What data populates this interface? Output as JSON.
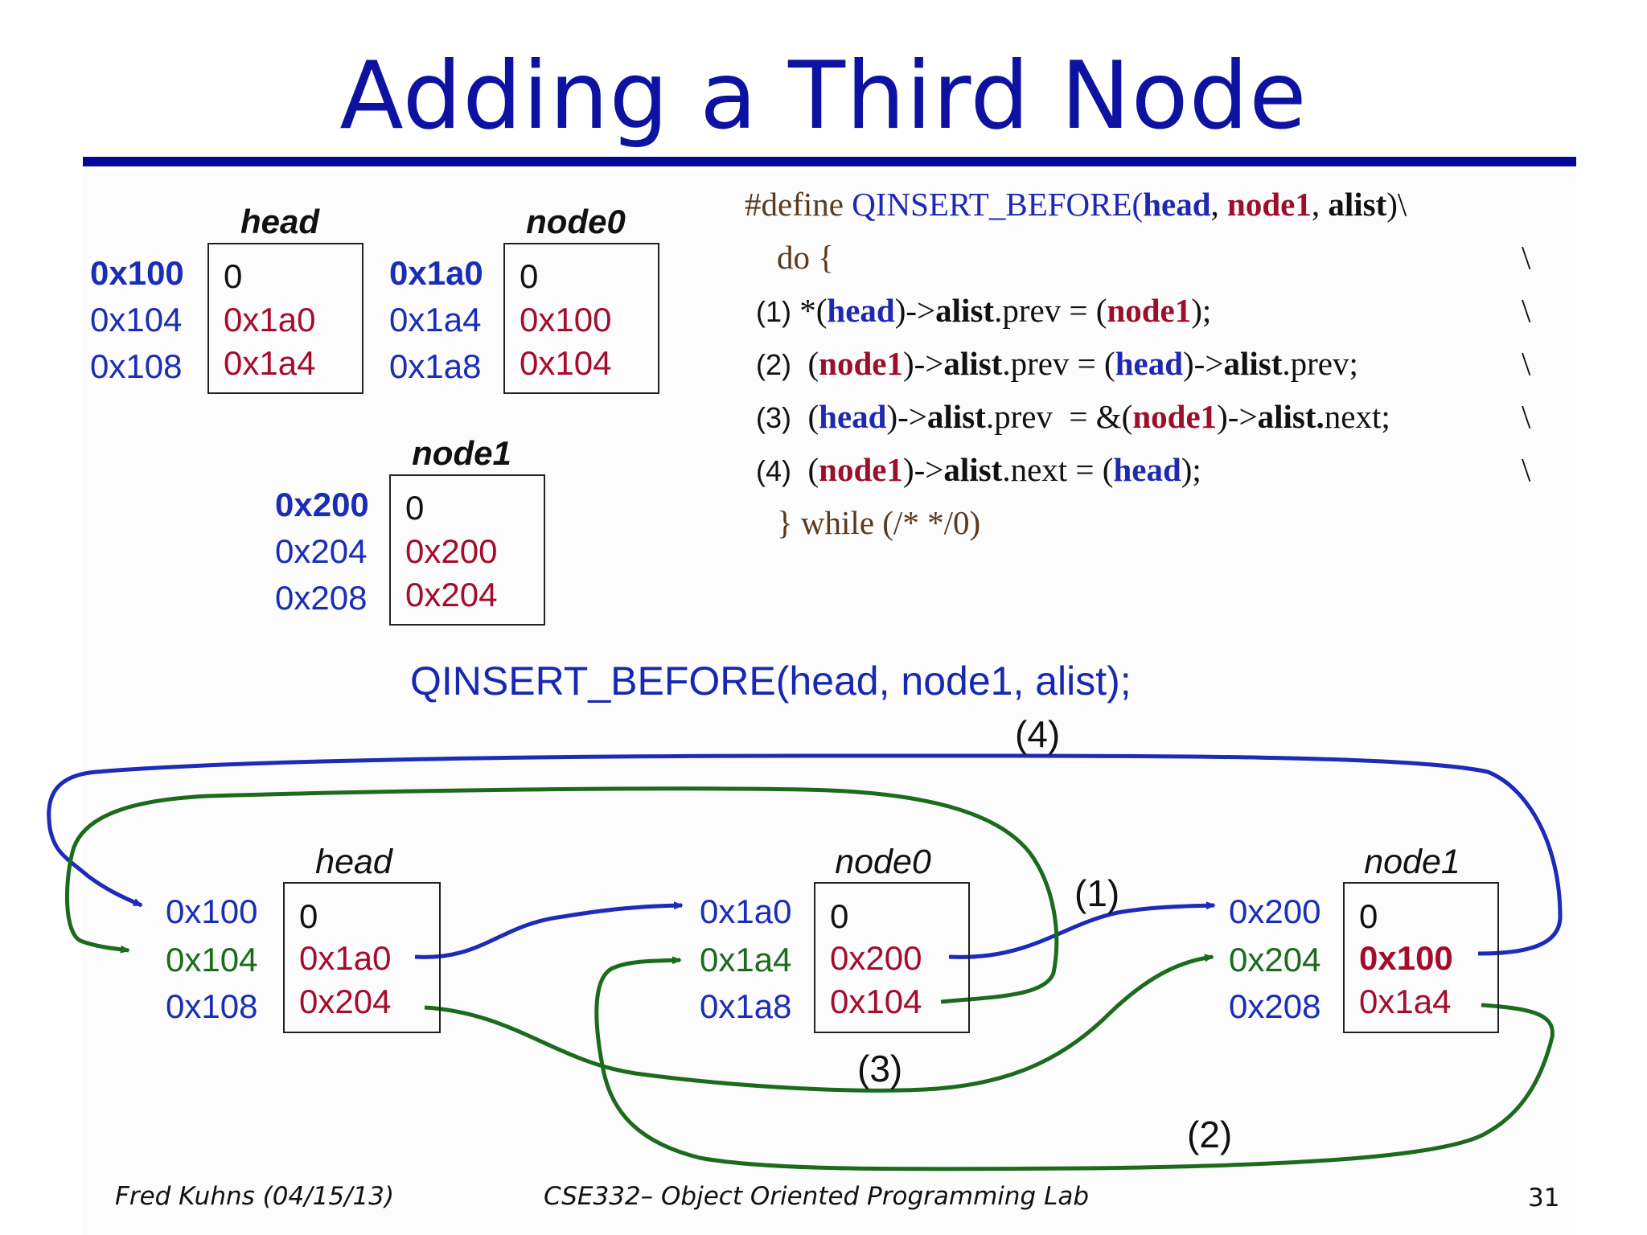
{
  "title": "Adding a Third Node",
  "top_nodes": {
    "head": {
      "label": "head",
      "addrs": [
        "0x100",
        "0x104",
        "0x108"
      ],
      "vals": [
        "0",
        "0x1a0",
        "0x1a4"
      ]
    },
    "node0": {
      "label": "node0",
      "addrs": [
        "0x1a0",
        "0x1a4",
        "0x1a8"
      ],
      "vals": [
        "0",
        "0x100",
        "0x104"
      ]
    },
    "node1": {
      "label": "node1",
      "addrs": [
        "0x200",
        "0x204",
        "0x208"
      ],
      "vals": [
        "0",
        "0x200",
        "0x204"
      ]
    }
  },
  "macro": {
    "define": "#define",
    "name": " QINSERT_BEFORE(",
    "arg_head": "head",
    "comma1": ", ",
    "arg_node": "node1",
    "comma2": ", ",
    "arg_alist": "alist",
    "close": ")\\",
    "do": "do {",
    "while": "} while (/* */0)",
    "backslash": "\\",
    "steps": [
      {
        "n": "(1)",
        "p1": " *(",
        "a": "head",
        "p2": ")->",
        "f": "alist",
        "p3": ".prev = (",
        "b": "node1",
        "p4": ");"
      },
      {
        "n": "(2)",
        "p1": "  (",
        "a": "node1",
        "p2": ")->",
        "f": "alist",
        "p3": ".prev = (",
        "b": "head",
        "p4": ")->",
        "f2": "alist",
        "p5": ".prev;"
      },
      {
        "n": "(3)",
        "p1": "  (",
        "a": "head",
        "p2": ")->",
        "f": "alist",
        "p3": ".prev  = &(",
        "b": "node1",
        "p4": ")->",
        "f2": "alist.",
        "p5": "next;"
      },
      {
        "n": "(4)",
        "p1": "  (",
        "a": "node1",
        "p2": ")->",
        "f": "alist",
        "p3": ".next = (",
        "b": "head",
        "p4": ");"
      }
    ]
  },
  "call": "QINSERT_BEFORE(head, node1, alist);",
  "bottom_nodes": {
    "head": {
      "label": "head",
      "addrs": [
        "0x100",
        "0x104",
        "0x108"
      ],
      "vals": [
        "0",
        "0x1a0",
        "0x204"
      ]
    },
    "node0": {
      "label": "node0",
      "addrs": [
        "0x1a0",
        "0x1a4",
        "0x1a8"
      ],
      "vals": [
        "0",
        "0x200",
        "0x104"
      ]
    },
    "node1": {
      "label": "node1",
      "addrs": [
        "0x200",
        "0x204",
        "0x208"
      ],
      "vals": [
        "0",
        "0x100",
        "0x1a4"
      ]
    }
  },
  "step_labels": [
    "(1)",
    "(2)",
    "(3)",
    "(4)"
  ],
  "arrow_colors": {
    "next": "#1c2bb8",
    "prev": "#1c6b1c"
  },
  "footer": {
    "author": "Fred Kuhns (04/15/13)",
    "course": "CSE332– Object Oriented Programming Lab",
    "page": "31"
  }
}
